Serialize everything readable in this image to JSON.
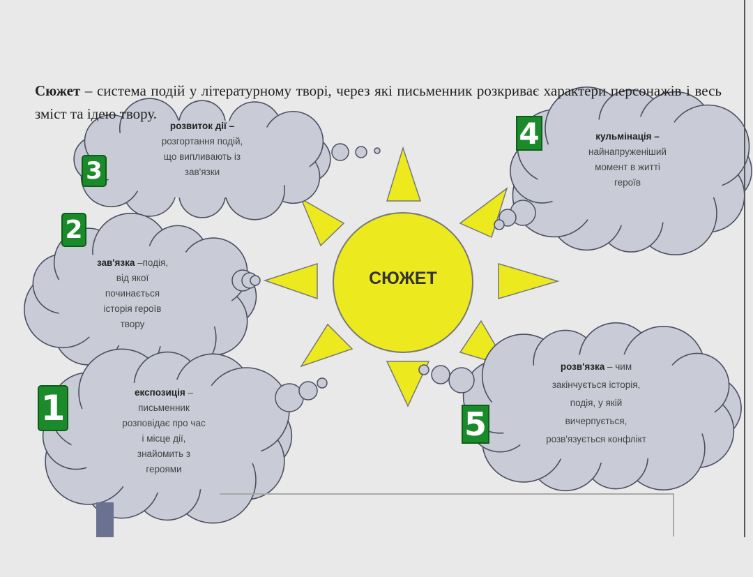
{
  "intro": {
    "term": "Сюжет",
    "definition": " – система  подій у літературному творі, через які письменник розкриває характери персонажів і весь зміст та ідею твору."
  },
  "center": {
    "label": "СЮЖЕТ"
  },
  "stages": [
    {
      "number": "1",
      "term": "експозиція",
      "dash": " –",
      "lines": [
        "письменник",
        "розповідає про час",
        "і місце дії,",
        "знайомить з",
        "героями"
      ]
    },
    {
      "number": "2",
      "term": "зав'язка",
      "dash": " –подія,",
      "lines": [
        "від якої",
        "починається",
        "історія героїв",
        "твору"
      ]
    },
    {
      "number": "3",
      "term": "розвиток дії",
      "dash": " –",
      "lines": [
        "розгортання подій,",
        "що випливають із",
        "зав'язки"
      ]
    },
    {
      "number": "4",
      "term": "кульмінація",
      "dash": " –",
      "lines": [
        "найнапруженіший",
        "момент в житті",
        "героїв"
      ]
    },
    {
      "number": "5",
      "term": "розв'язка",
      "dash": " – чим",
      "lines": [
        "закінчується історія,",
        "подія, у якій",
        "вичерпується,",
        "розв'язується конфлікт"
      ]
    }
  ],
  "colors": {
    "sun": "#ecea1f",
    "cloud": "#c9cbd6",
    "badge": "#1a8a2a",
    "background": "#e9e9e9"
  }
}
